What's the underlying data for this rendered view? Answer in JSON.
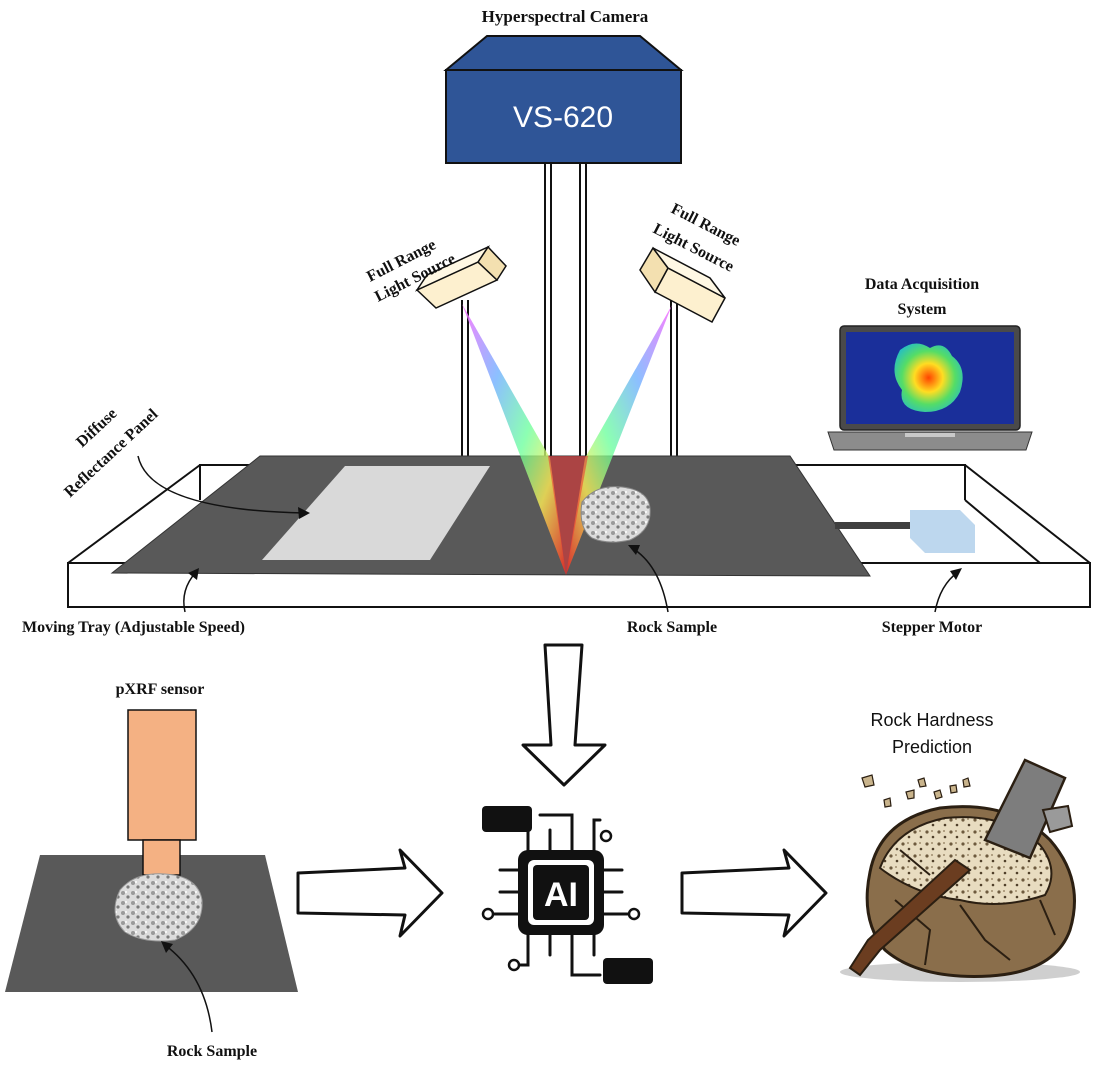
{
  "labels": {
    "camera": "Hyperspectral  Camera",
    "camera_model": "VS-620",
    "light_left_1": "Full Range",
    "light_left_2": "Light Source",
    "light_right_1": "Full Range",
    "light_right_2": "Light Source",
    "daq_1": "Data  Acquisition",
    "daq_2": "System",
    "diffuse_1": "Diffuse",
    "diffuse_2": "Reflectance  Panel",
    "moving_tray": "Moving  Tray  (Adjustable  Speed)",
    "rock_sample_top": "Rock Sample",
    "stepper_motor": "Stepper  Motor",
    "pxrf": "pXRF  sensor",
    "rock_sample_bottom": "Rock Sample",
    "ai": "AI",
    "prediction_1": "Rock Hardness",
    "prediction_2": "Prediction"
  },
  "colors": {
    "camera": "#2f5597",
    "tray": "#595959",
    "panel": "#d9d9d9",
    "light_box": "#fdf0cf",
    "pxrf": "#f4b183",
    "motor": "#bdd7ee"
  }
}
